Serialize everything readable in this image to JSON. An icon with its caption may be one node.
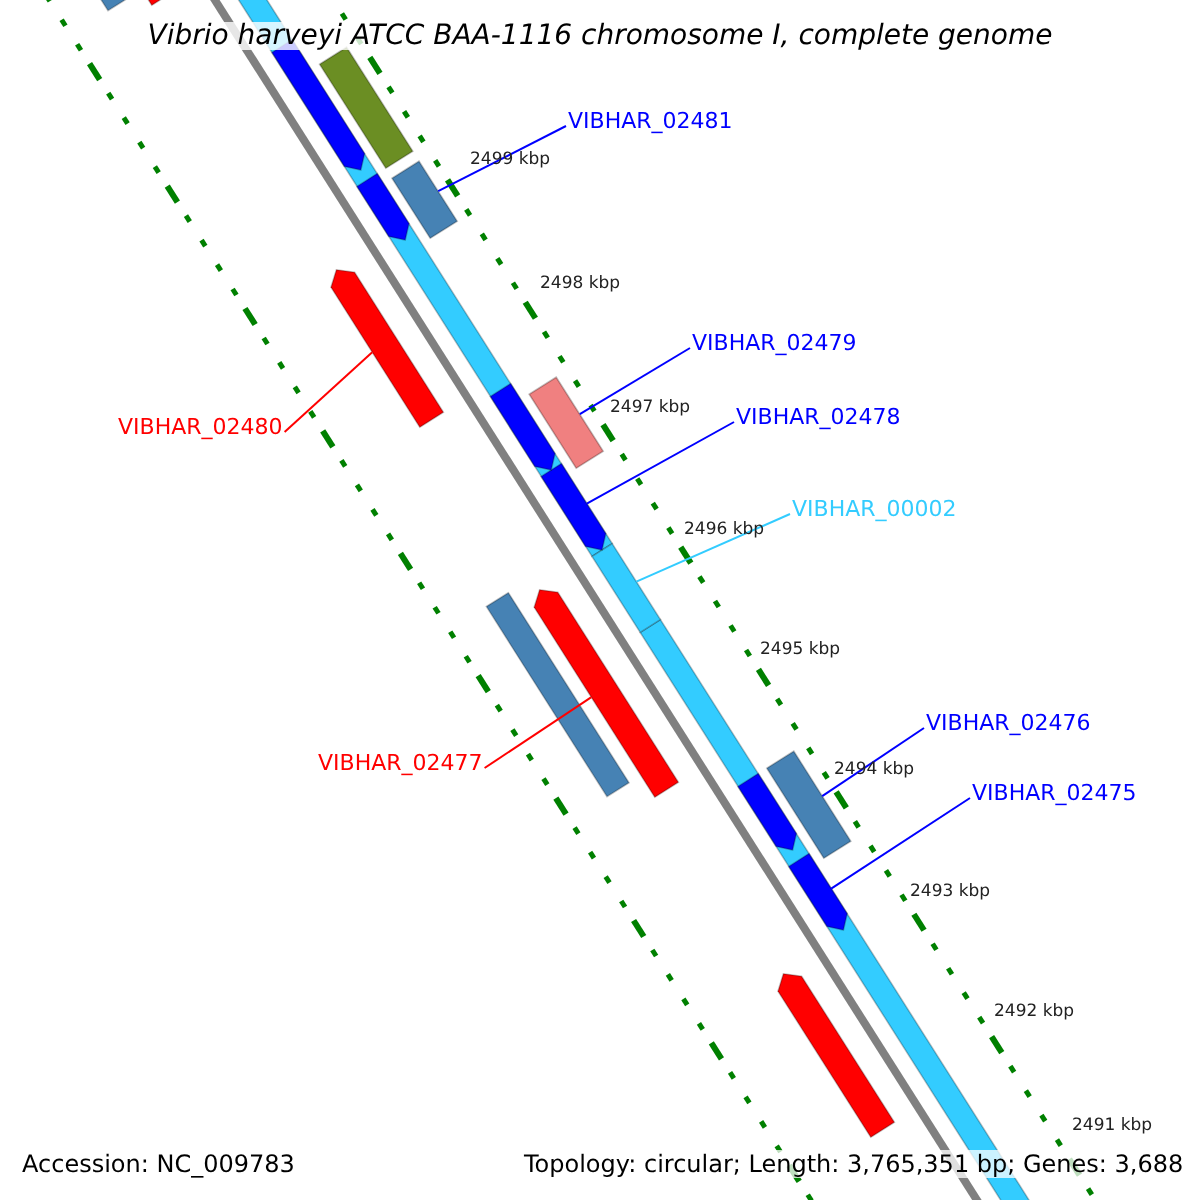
{
  "diagram": {
    "title": "Vibrio harveyi ATCC BAA-1116 chromosome I, complete genome",
    "nodes": [
      {
        "text": [
          "VIBHAR_02481"
        ]
      },
      {
        "text": [],
        "shape": "bar"
      },
      {
        "text": [
          "VIBHAR_02479"
        ]
      },
      {
        "text": [],
        "shape": "bar"
      },
      {
        "text": [
          "VIBHAR_02480"
        ]
      },
      {
        "text": [],
        "shape": "bar"
      },
      {
        "text": [
          "VIBHAR_02478"
        ]
      },
      {
        "text": [],
        "shape": "bar"
      },
      {
        "text": [
          "VIBHAR_00002"
        ]
      },
      {
        "text": [],
        "shape": "bar"
      },
      {
        "text": [
          "VIBHAR_02477"
        ]
      },
      {
        "text": [],
        "shape": "bar"
      },
      {
        "text": [
          "VIBHAR_02476"
        ]
      },
      {
        "text": [],
        "shape": "bar"
      },
      {
        "text": [
          "VIBHAR_02475"
        ]
      },
      {
        "text": [],
        "shape": "bar"
      },
      {
        "text": [],
        "shape": "bar"
      },
      {
        "text": [],
        "shape": "bar"
      },
      {
        "text": [],
        "shape": "bar"
      },
      {
        "text": [],
        "shape": "bar"
      },
      {
        "text": [],
        "shape": "bar"
      },
      {
        "text": [],
        "shape": "bar"
      },
      {
        "text": [],
        "shape": "bar"
      },
      {
        "text": [],
        "shape": "bar"
      },
      {
        "text": [],
        "shape": "bar"
      }
    ],
    "edges": [
      {
        "from": 0,
        "to": 1,
        "arrow": "none",
        "color": "#0000ff"
      },
      {
        "from": 2,
        "to": 3,
        "arrow": "none",
        "color": "#0000ff"
      },
      {
        "from": 4,
        "to": 5,
        "arrow": "none",
        "color": "#ff0000"
      },
      {
        "from": 6,
        "to": 7,
        "arrow": "none",
        "color": "#0000ff"
      },
      {
        "from": 8,
        "to": 9,
        "arrow": "none",
        "color": "#33ccff"
      },
      {
        "from": 10,
        "to": 11,
        "arrow": "none",
        "color": "#ff0000"
      },
      {
        "from": 12,
        "to": 13,
        "arrow": "none",
        "color": "#0000ff"
      },
      {
        "from": 14,
        "to": 15,
        "arrow": "none",
        "color": "#0000ff"
      }
    ],
    "labels": [
      "2499 kbp",
      "2498 kbp",
      "2497 kbp",
      "2496 kbp",
      "2495 kbp",
      "2494 kbp",
      "2493 kbp",
      "2492 kbp",
      "2491 kbp",
      "Accession: NC_009783",
      "Topology: circular; Length: 3,765,351 bp; Genes: 3,688"
    ]
  }
}
